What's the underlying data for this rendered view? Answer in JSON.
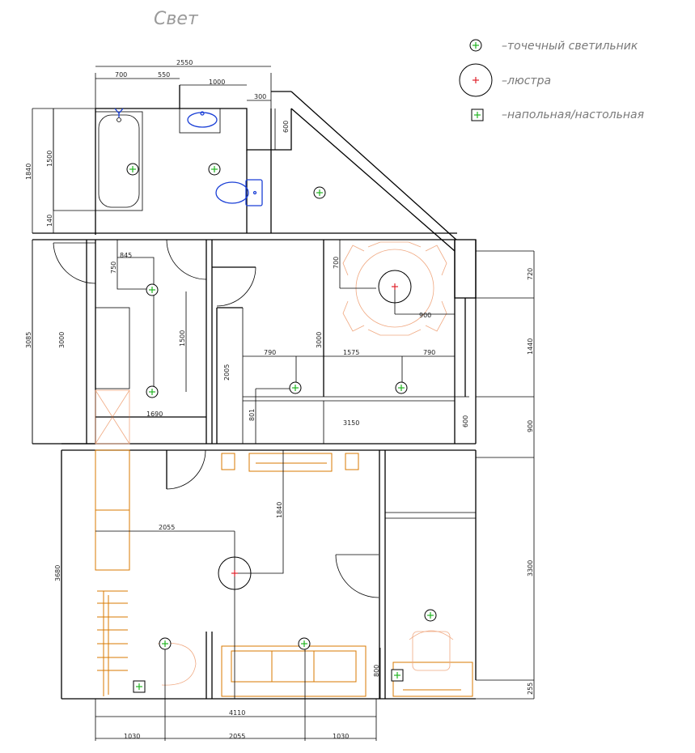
{
  "title": "Свет",
  "legend": [
    {
      "symbol": "spot",
      "label": "–точечный светильник"
    },
    {
      "symbol": "chandelier",
      "label": "–люстра"
    },
    {
      "symbol": "floor",
      "label": "–напольная/настольная"
    }
  ],
  "dimensions": {
    "d2550": "2550",
    "d700": "700",
    "d550": "550",
    "d1000": "1000",
    "d300": "300",
    "d600": "600",
    "d1840": "1840",
    "d1500": "1500",
    "d140": "140",
    "d3085": "3085",
    "d3000a": "3000",
    "d845": "845",
    "d750": "750",
    "d1500b": "1500",
    "d1690": "1690",
    "d3000b": "3000",
    "d790a": "790",
    "d1575": "1575",
    "d790b": "790",
    "d2005": "2005",
    "d801": "801",
    "d3150": "3150",
    "d600b": "600",
    "d700b": "700",
    "d900": "900",
    "d720": "720",
    "d1440": "1440",
    "d900b": "900",
    "d3300": "3300",
    "d255": "255",
    "d3680": "3680",
    "d2055": "2055",
    "d1840b": "1840",
    "d800": "800",
    "d4110": "4110",
    "d1030a": "1030",
    "d2055b": "2055",
    "d1030b": "1030"
  },
  "colors": {
    "spot": "#22b422",
    "chandelier": "#e0202a",
    "furniture": "#d97a00",
    "plumbing": "#1a3fd6",
    "title": "#9a9a9a"
  }
}
